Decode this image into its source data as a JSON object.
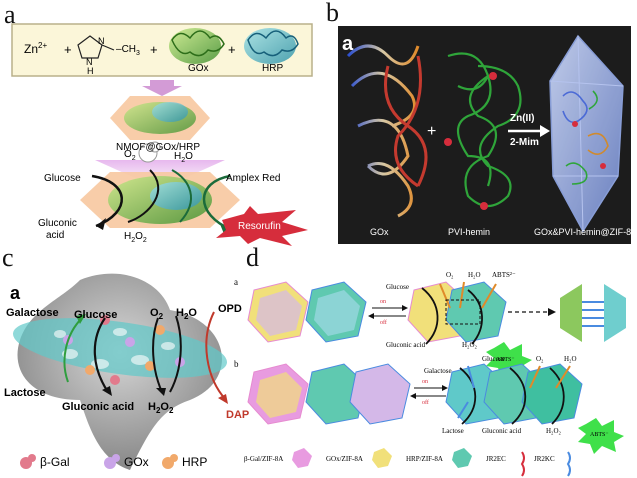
{
  "panel_labels": {
    "a": "a",
    "b": "b",
    "c": "c",
    "d": "d"
  },
  "panel_a": {
    "reactants": {
      "zinc": "Zn",
      "zinc_charge": "2+",
      "plus": "+",
      "imidazole_nh": "N",
      "imidazole_h": "H",
      "imidazole_n": "N",
      "methyl": "CH",
      "methyl_sub": "3",
      "gox": "GOx",
      "hrp": "HRP"
    },
    "product_label": "NMOF@GOx/HRP",
    "o2": "O",
    "o2_sub": "2",
    "h2o": "H",
    "h2o_rest": "O",
    "h2o_sub": "2",
    "glucose": "Glucose",
    "amplex": "Amplex Red",
    "gluconic": "Gluconic",
    "acid": "acid",
    "h2o2": "H",
    "h2o2_mid": "O",
    "h2o2_sub": "2",
    "resorufin": "Resorufin"
  },
  "panel_b": {
    "sublabel": "a",
    "plus": "+",
    "arrow_top": "Zn(II)",
    "arrow_bottom": "2-Mim",
    "caption_gox": "GOx",
    "caption_pvi": "PVI-hemin",
    "caption_product": "GOx&PVI-hemin@ZIF-8"
  },
  "panel_c": {
    "sublabel": "a",
    "galactose": "Galactose",
    "glucose": "Glucose",
    "o2": "O",
    "o2_sub": "2",
    "h2o": "H",
    "h2o_o": "O",
    "h2o_sub": "2",
    "opd": "OPD",
    "lactose": "Lactose",
    "gluconic": "Gluconic acid",
    "h2o2": "H",
    "h2o2_o": "O",
    "h2o2_sub": "2",
    "dap": "DAP",
    "legend": [
      "β-Gal",
      "GOx",
      "HRP"
    ]
  },
  "panel_d": {
    "row_a": {
      "label": "a",
      "glucose": "Glucose",
      "o2": "O₂",
      "h2o": "H₂O",
      "abts": "ABTS²⁻",
      "on": "on",
      "off": "off",
      "gluconic": "Gluconic acid",
      "h2o2": "H₂O₂",
      "abts_out": "ABTS⁻"
    },
    "row_b": {
      "label": "b",
      "galactose": "Galactose",
      "glucose": "Glucose",
      "o2": "O₂",
      "h2o": "H₂O",
      "on": "on",
      "off": "off",
      "lactose": "Lactose",
      "gluconic": "Gluconic acid",
      "h2o2": "H₂O₂",
      "abts_out": "ABTS⁻"
    },
    "legend": [
      "β-Gal/ZIF-8A",
      "GOx/ZIF-8A",
      "HRP/ZIF-8A",
      "JR2EC",
      "JR2KC"
    ]
  },
  "colors": {
    "arrow_black": "#111111",
    "green_arrow": "#1b6b3a",
    "red_arrow": "#c0392b",
    "zif_blue": "#9fb3e6",
    "hex_orange": "#f7c8a0",
    "hex_purple": "#d4b8e8",
    "burst_red": "#d62d3c",
    "burst_green": "#3fe04a",
    "panel_b_bg": "#1c1c1c"
  }
}
